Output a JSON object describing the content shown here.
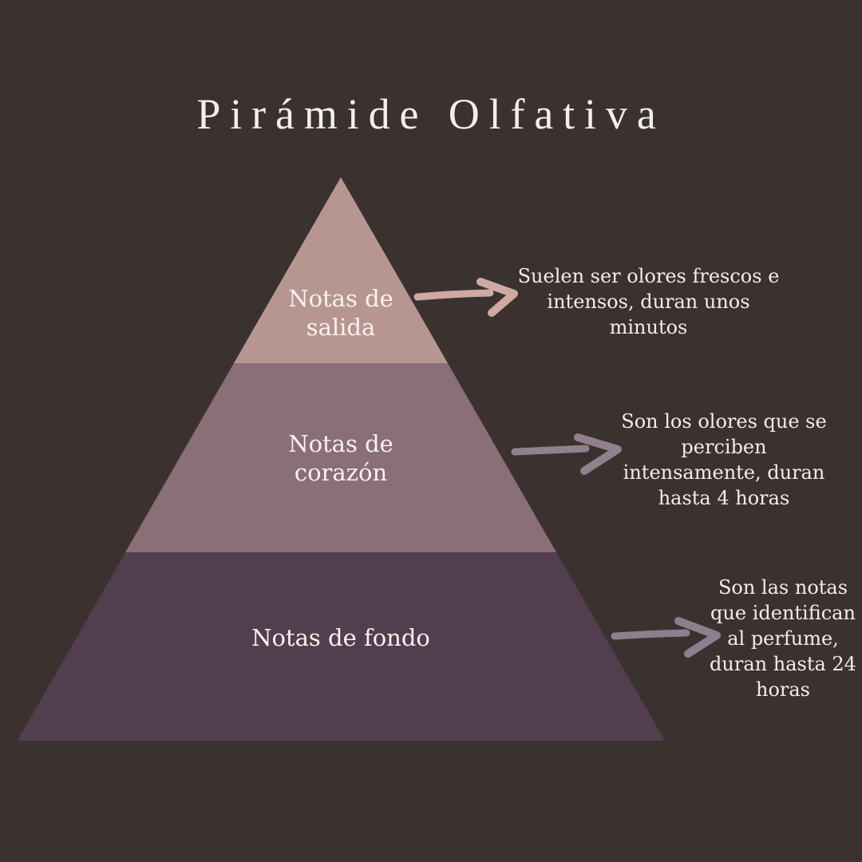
{
  "title": "Pirámide Olfativa",
  "colors": {
    "background": "#3b3230",
    "title_text": "#f4efe9",
    "label_text": "#f8f2ec",
    "description_text": "#f2ede6"
  },
  "tiers": [
    {
      "name": "notas-de-salida",
      "label": "Notas de salida",
      "color": "#b79692",
      "arrow_color": "#cfa9a2",
      "description": "Suelen ser olores frescos e intensos, duran unos minutos"
    },
    {
      "name": "notas-de-corazon",
      "label": "Notas de corazón",
      "color": "#8a6e78",
      "arrow_color": "#92808e",
      "description": "Son los olores que se perciben intensamente, duran hasta 4 horas"
    },
    {
      "name": "notas-de-fondo",
      "label": "Notas de fondo",
      "color": "#533e50",
      "arrow_color": "#8d7f8d",
      "description": "Son las notas que identifican al perfume, duran hasta 24 horas"
    }
  ]
}
